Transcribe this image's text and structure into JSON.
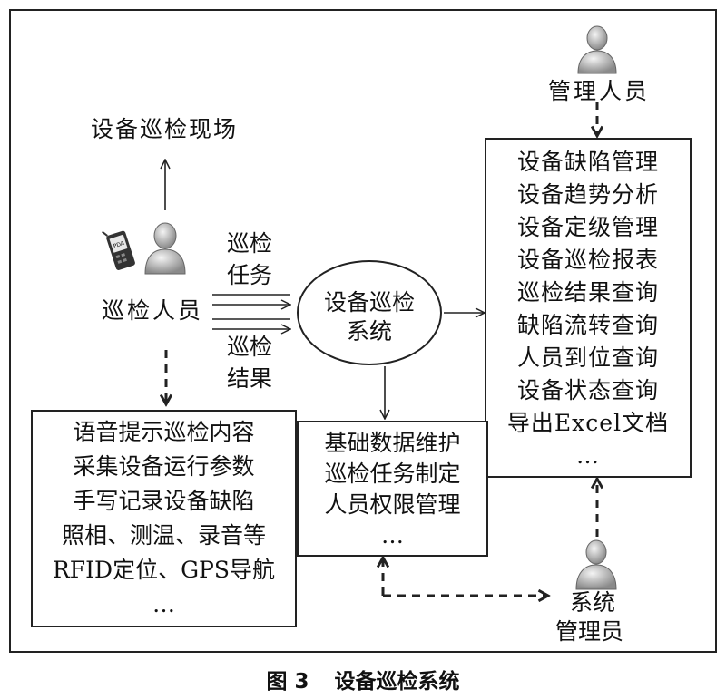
{
  "diagram": {
    "site_label": "设备巡检现场",
    "inspector_label": "巡检人员",
    "task_label_1": "巡检",
    "task_label_2": "任务",
    "result_label_1": "巡检",
    "result_label_2": "结果",
    "system_label_1": "设备巡检",
    "system_label_2": "系统",
    "manager_label": "管理人员",
    "sysadmin_label_1": "系统",
    "sysadmin_label_2": "管理员",
    "left_box_lines": [
      "语音提示巡检内容",
      "采集设备运行参数",
      "手写记录设备缺陷",
      "照相、测温、录音等",
      "RFID定位、GPS导航",
      "…"
    ],
    "mid_box_lines": [
      "基础数据维护",
      "巡检任务制定",
      "人员权限管理",
      "…"
    ],
    "right_box_lines": [
      "设备缺陷管理",
      "设备趋势分析",
      "设备定级管理",
      "设备巡检报表",
      "巡检结果查询",
      "缺陷流转查询",
      "人员到位查询",
      "设备状态查询",
      "导出Excel文档",
      "…"
    ],
    "device_text": "PDA",
    "icons": [
      "person-icon",
      "pda-icon"
    ]
  },
  "caption": {
    "figure_number": "图 3",
    "figure_title": "设备巡检系统"
  }
}
